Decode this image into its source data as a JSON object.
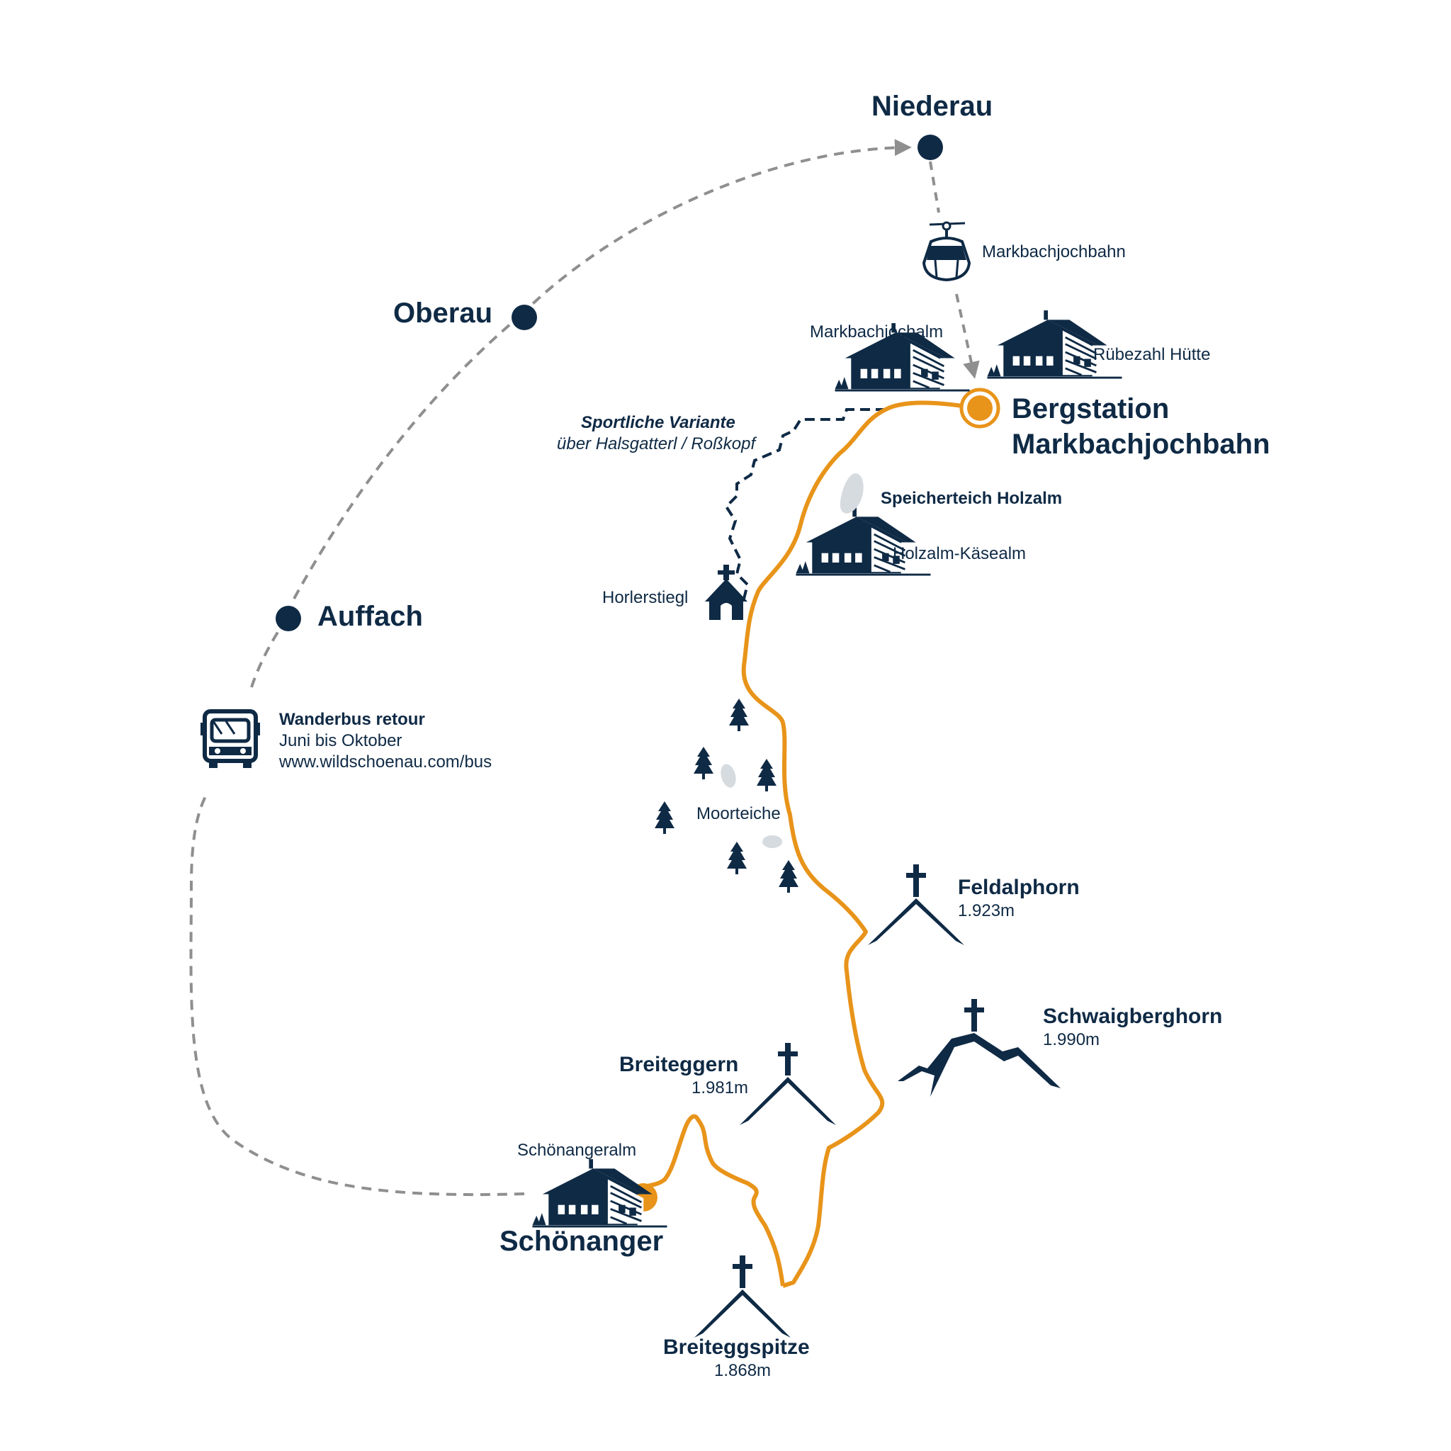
{
  "map": {
    "colors": {
      "route": "#e8941a",
      "navy": "#0f2a45",
      "dashed_grey": "#8f8f8f",
      "pond": "#d6dbe0"
    },
    "towns": {
      "niederau": "Niederau",
      "oberau": "Oberau",
      "auffach": "Auffach"
    },
    "gondola": {
      "label": "Markbachjochbahn",
      "icon": "gondola-icon"
    },
    "huts": {
      "markbachjochalm": "Markbachjochalm",
      "ruebezahl": "Rübezahl Hütte",
      "holzalm": "Holzalm-Käsealm",
      "schoenangeralm": "Schönangeralm"
    },
    "start": {
      "line1": "Bergstation",
      "line2": "Markbachjochbahn"
    },
    "variant": {
      "title": "Sportliche Variante",
      "subtitle": "über Halsgatterl / Roßkopf"
    },
    "speicherteich": "Speicherteich Holzalm",
    "chapel": "Horlerstiegl",
    "moorteiche": "Moorteiche",
    "bus": {
      "title": "Wanderbus retour",
      "line2": "Juni bis Oktober",
      "line3": "www.wildschoenau.com/bus"
    },
    "peaks": {
      "feldalphorn": {
        "name": "Feldalphorn",
        "elevation": "1.923m"
      },
      "schwaigberghorn": {
        "name": "Schwaigberghorn",
        "elevation": "1.990m"
      },
      "breiteggern": {
        "name": "Breiteggern",
        "elevation": "1.981m"
      },
      "breiteggspitze": {
        "name": "Breiteggspitze",
        "elevation": "1.868m"
      }
    },
    "end": "Schönanger"
  }
}
